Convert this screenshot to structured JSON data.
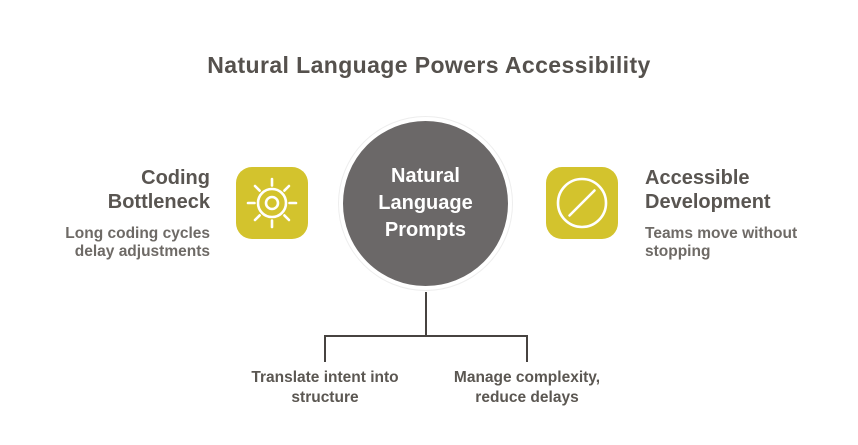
{
  "title": "Natural Language Powers Accessibility",
  "center": {
    "label": "Natural\nLanguage\nPrompts"
  },
  "left": {
    "heading": "Coding\nBottleneck",
    "description": "Long coding cycles\ndelay adjustments",
    "icon": "sun-gear-icon"
  },
  "right": {
    "heading": "Accessible\nDevelopment",
    "description": "Teams move without\nstopping",
    "icon": "circle-slash-icon"
  },
  "bottom": {
    "items": [
      {
        "label": "Translate intent into\nstructure"
      },
      {
        "label": "Manage complexity,\nreduce delays"
      }
    ]
  },
  "colors": {
    "background": "#ffffff",
    "accent_yellow": "#d3c32d",
    "circle_gray": "#6b6868",
    "title_text": "#55514d",
    "heading_text": "#595551",
    "body_text": "#6e6a66",
    "label_text": "#5b5752",
    "connector_line": "#474340",
    "circle_text": "#ffffff",
    "icon_stroke": "#ffffff"
  }
}
